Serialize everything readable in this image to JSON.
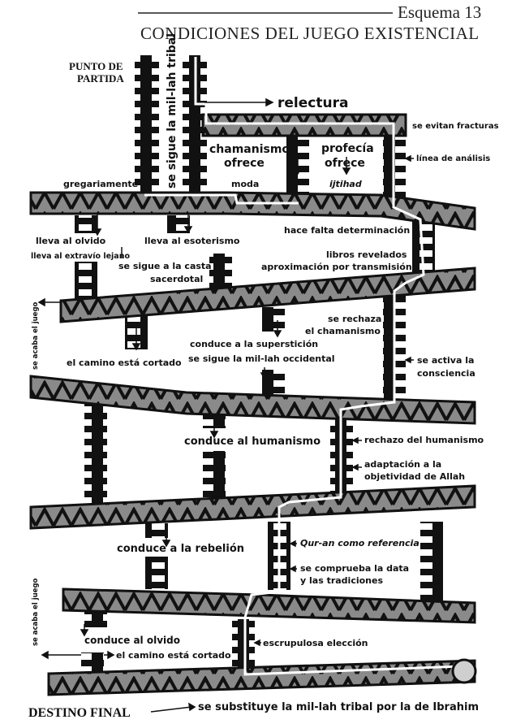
{
  "header": {
    "scheme_number": "Esquema 13",
    "title": "CONDICIONES DEL JUEGO EXISTENCIAL"
  },
  "labels": {
    "start_line1": "PUNTO DE",
    "start_line2": "PARTIDA",
    "tribal_vertical": "se sigue la mil-lah tribal",
    "relectura": "relectura",
    "evitan_fracturas": "se evitan fracturas",
    "chamanismo_ofrece_1": "chamanismo",
    "chamanismo_ofrece_2": "ofrece",
    "moda": "moda",
    "profecia_ofrece_1": "profecía",
    "profecia_ofrece_2": "ofrece",
    "ijtihad": "ijtihad",
    "linea_analisis": "línea de análisis",
    "gregariamente": "gregariamente",
    "hace_falta": "hace falta determinación",
    "lleva_olvido": "lleva al olvido",
    "lleva_esoterismo": "lleva al esoterismo",
    "libros_revelados": "libros revelados",
    "aproximacion": "aproximación por transmisión",
    "extravio": "lleva al extravío lejano",
    "casta_1": "se sigue a la casta",
    "casta_2": "sacerdotal",
    "se_acaba_1": "se acaba el juego",
    "rechaza_1": "se rechaza",
    "rechaza_2": "el chamanismo",
    "supersticion": "conduce a la superstición",
    "camino_cortado_1": "el camino está cortado",
    "occidental": "se sigue la mil-lah occidental",
    "activa_1": "se activa la",
    "activa_2": "consciencia",
    "humanismo": "conduce al humanismo",
    "rechazo_humanismo": "rechazo del humanismo",
    "adaptacion_1": "adaptación a la",
    "adaptacion_2": "objetividad de Allah",
    "rebelion": "conduce a la rebelión",
    "quran": "Qur-an como referencia",
    "comprueba_1": "se comprueba la data",
    "comprueba_2": "y las tradiciones",
    "se_acaba_2": "se acaba el juego",
    "olvido2": "conduce al olvido",
    "escrupulosa": "escrupulosa elección",
    "camino_cortado_2": "el camino está cortado",
    "destino": "DESTINO FINAL",
    "substituye": "se substituye la mil-lah tribal por la de Ibrahim"
  },
  "colors": {
    "ink": "#111111",
    "truss_fill": "#7a7a7a",
    "path_line": "#ffffff",
    "goal_circle": "#cfcfcf"
  }
}
